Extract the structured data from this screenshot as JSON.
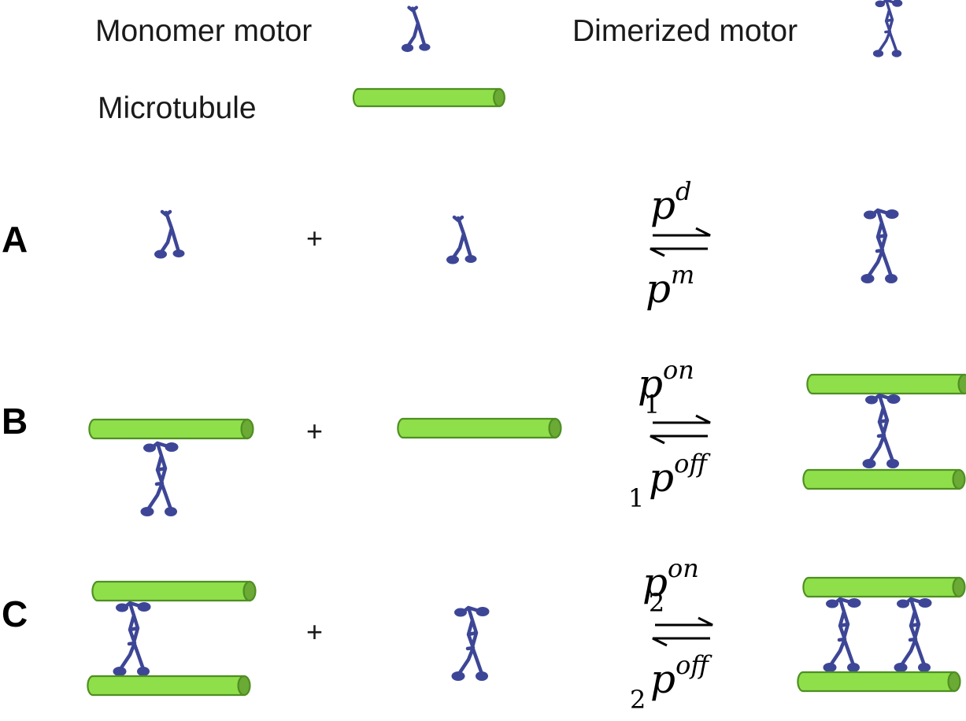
{
  "legend": {
    "monomer_label": "Monomer motor",
    "dimer_label": "Dimerized motor",
    "microtubule_label": "Microtubule"
  },
  "rows": [
    {
      "letter": "A",
      "plus": "+",
      "forward": {
        "base": "p",
        "sup": "d",
        "sub": ""
      },
      "backward": {
        "base": "p",
        "sup": "m",
        "sub": ""
      }
    },
    {
      "letter": "B",
      "plus": "+",
      "forward": {
        "base": "p",
        "sup": "on",
        "sub": "1"
      },
      "backward": {
        "base": "p",
        "sup": "off",
        "sub": "1"
      }
    },
    {
      "letter": "C",
      "plus": "+",
      "forward": {
        "base": "p",
        "sup": "on",
        "sub": "2"
      },
      "backward": {
        "base": "p",
        "sup": "off",
        "sub": "2"
      }
    }
  ],
  "colors": {
    "motor": "#3d4696",
    "microtubule": "#8fdf4b",
    "microtubule_cap": "#6aaa35",
    "outline": "#4f8f22"
  }
}
